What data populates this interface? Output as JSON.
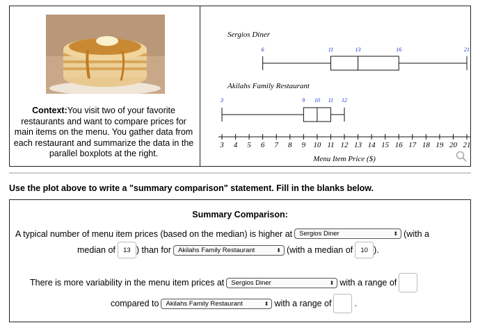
{
  "context": {
    "label": "Context:",
    "text": "You visit two of your favorite restaurants and want to compare prices for main items on the menu. You gather data from each restaurant and summarize the data in the parallel boxplots at the right."
  },
  "chart_data": {
    "type": "boxplot",
    "xlabel": "Menu Item Price ($)",
    "xticks": [
      3,
      4,
      5,
      6,
      7,
      8,
      9,
      10,
      11,
      12,
      13,
      14,
      15,
      16,
      17,
      18,
      19,
      20,
      21
    ],
    "xlim": [
      3,
      21
    ],
    "series": [
      {
        "name": "Sergios Diner",
        "min": 6,
        "q1": 11,
        "median": 13,
        "q3": 16,
        "max": 21
      },
      {
        "name": "Akilahs Family Restaurant",
        "min": 3,
        "q1": 9,
        "median": 10,
        "q3": 11,
        "max": 12
      }
    ],
    "colors": {
      "value_labels": "#1a33c9"
    }
  },
  "instructions": "Use the plot above to write a \"summary comparison\" statement. Fill in the blanks below.",
  "summary": {
    "title": "Summary Comparison:",
    "line1_a": "A typical number of menu item prices (based on the median) is higher at",
    "line1_select": "Sergios Diner",
    "line1_b": "(with a",
    "line2_a": "median of",
    "line2_value1": "13",
    "line2_b": ") than for",
    "line2_select": "Akilahs Family Restaurant",
    "line2_c": "(with a median of",
    "line2_value2": "10",
    "line2_d": ").",
    "line3_a": "There is more variability in the menu item prices at",
    "line3_select": "Sergios Diner",
    "line3_b": "with a range of",
    "line3_value": "",
    "line4_a": "compared to",
    "line4_select": "Akilahs Family Restaurant",
    "line4_b": "with a range of",
    "line4_value": "",
    "line4_c": "."
  },
  "icons": {
    "zoom": "search-icon",
    "dropdown": "updown-chevron-icon"
  }
}
